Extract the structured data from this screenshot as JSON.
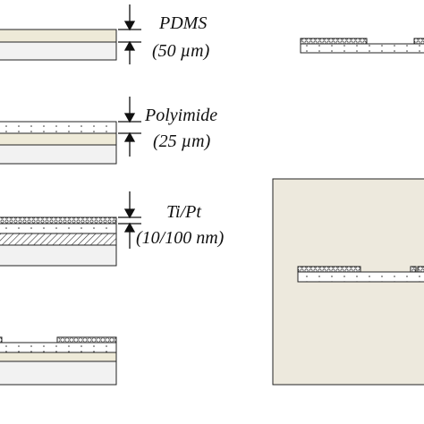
{
  "layers": [
    {
      "name": "PDMS",
      "thickness": "(50 µm)"
    },
    {
      "name": "Polyimide",
      "thickness": "(25 µm)"
    },
    {
      "name": "Ti/Pt",
      "thickness": "(10/100 nm)"
    }
  ],
  "colors": {
    "substrate": "#f2f2f2",
    "pdms": "#eeead8",
    "polyimide_dotted": "#ffffff",
    "metal_hatch": "#555555",
    "background_panel": "#ede9dd",
    "outline": "#222222"
  }
}
